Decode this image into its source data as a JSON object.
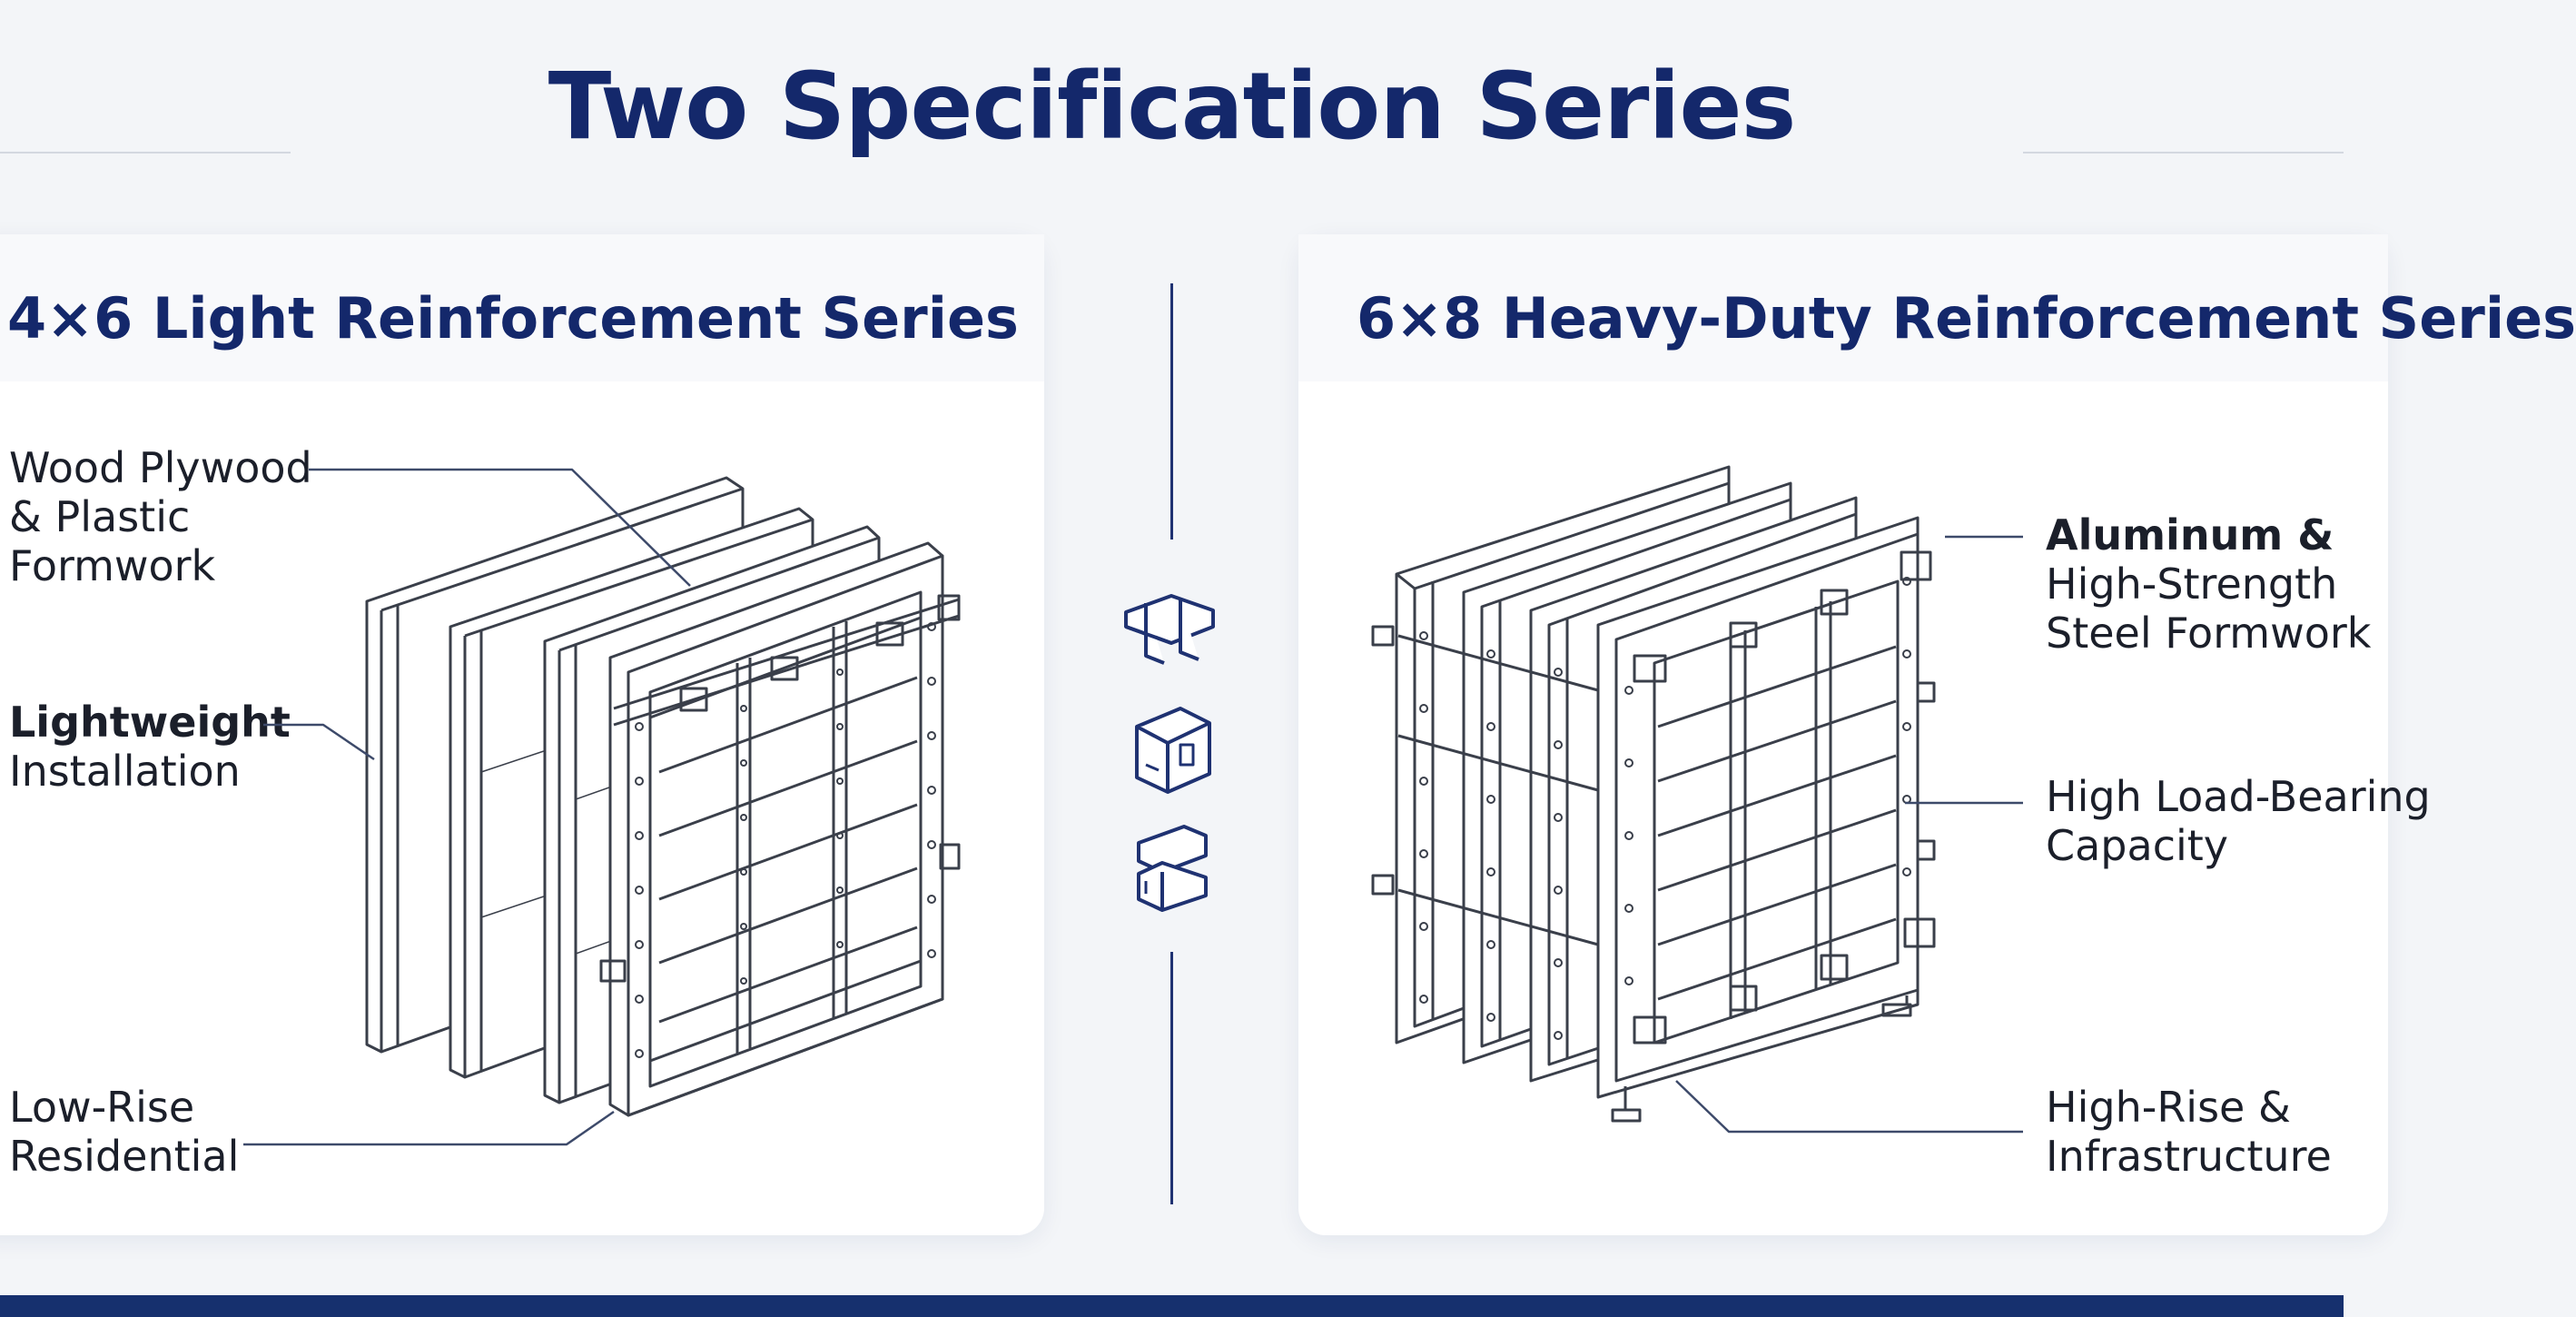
{
  "page": {
    "title": "Two Specification Series"
  },
  "left_panel": {
    "title": "4×6 Light Reinforcement Series",
    "labels": [
      {
        "line1": "Wood Plywood",
        "line2": "& Plastic",
        "line3": "Formwork"
      },
      {
        "line1": "Lightweight",
        "line2": "Installation"
      },
      {
        "line1": "Low-Rise",
        "line2": "Residential"
      }
    ]
  },
  "right_panel": {
    "title": "6×8 Heavy-Duty Reinforcement Series",
    "labels": [
      {
        "line1": "Aluminum &",
        "line2": "High-Strength",
        "line3": "Steel Formwork"
      },
      {
        "line1": "High Load-Bearing",
        "line2": "Capacity"
      },
      {
        "line1": "High-Rise &",
        "line2": "Infrastructure"
      }
    ]
  },
  "colors": {
    "accent": "#14286b",
    "bar": "#16306e",
    "line_art": "#3a3f4a"
  },
  "icons": [
    "clamp-connector-icon",
    "formwork-box-icon",
    "stacked-blocks-icon"
  ]
}
